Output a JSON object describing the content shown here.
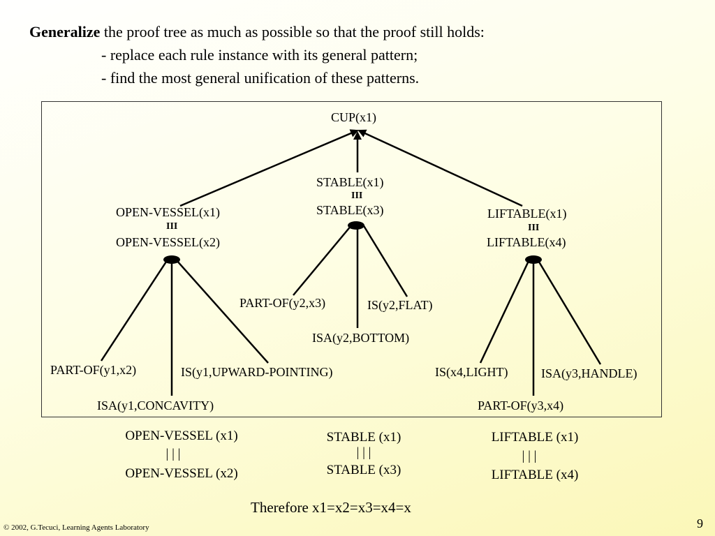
{
  "intro": {
    "bold": "Generalize",
    "rest": " the proof tree as much as possible so that the proof still holds:",
    "bullet1": "- replace each rule instance with its general pattern;",
    "bullet2": "- find the most general unification of these patterns."
  },
  "tree": {
    "root": "CUP(x1)",
    "stable_top": "STABLE(x1)",
    "stable_eq": "III",
    "stable_bottom": "STABLE(x3)",
    "open_top": "OPEN-VESSEL(x1)",
    "open_eq": "III",
    "open_bottom": "OPEN-VESSEL(x2)",
    "lift_top": "LIFTABLE(x1)",
    "lift_eq": "III",
    "lift_bottom": "LIFTABLE(x4)",
    "part_of_y2": "PART-OF(y2,x3)",
    "is_flat": "IS(y2,FLAT)",
    "isa_bottom": "ISA(y2,BOTTOM)",
    "part_of_y1": "PART-OF(y1,x2)",
    "is_upward": "IS(y1,UPWARD-POINTING)",
    "isa_concavity": "ISA(y1,CONCAVITY)",
    "is_light": "IS(x4,LIGHT)",
    "isa_handle": "ISA(y3,HANDLE)",
    "part_of_y3": "PART-OF(y3,x4)"
  },
  "summary": {
    "open_top": "OPEN-VESSEL (x1)",
    "open_eq": "| | |",
    "open_bottom": "OPEN-VESSEL (x2)",
    "stable_top": "STABLE (x1)",
    "stable_eq": "| | |",
    "stable_bottom": "STABLE (x3)",
    "lift_top": "LIFTABLE (x1)",
    "lift_eq": "| | |",
    "lift_bottom": "LIFTABLE (x4)",
    "conclusion": "Therefore x1=x2=x3=x4=x"
  },
  "footer": {
    "copyright": "© 2002, G.Tecuci, Learning Agents Laboratory",
    "page_number": "9"
  }
}
